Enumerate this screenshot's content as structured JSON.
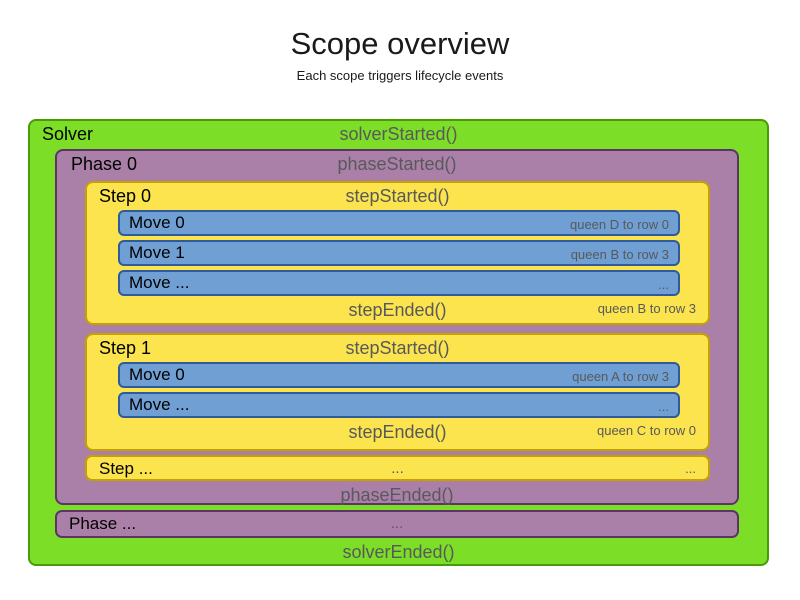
{
  "title": "Scope overview",
  "subtitle": "Each scope triggers lifecycle events",
  "colors": {
    "solver_fill": "#7dde28",
    "solver_border": "#4a9a06",
    "phase_fill": "#ab80a8",
    "phase_border": "#5c3566",
    "step_fill": "#fbe44d",
    "step_border": "#c4a000",
    "move_fill": "#6f9fd3",
    "move_border": "#2f5b9d",
    "event_text": "#58595b"
  },
  "solver": {
    "label": "Solver",
    "started_event": "solverStarted()",
    "ended_event": "solverEnded()",
    "phases": [
      {
        "label": "Phase 0",
        "started_event": "phaseStarted()",
        "ended_event": "phaseEnded()",
        "steps": [
          {
            "label": "Step 0",
            "started_event": "stepStarted()",
            "ended_event": "stepEnded()",
            "ended_note": "queen B to row 3",
            "moves": [
              {
                "label": "Move 0",
                "note": "queen D to row 0"
              },
              {
                "label": "Move 1",
                "note": "queen B to row 3"
              },
              {
                "label": "Move ...",
                "note": "..."
              }
            ]
          },
          {
            "label": "Step 1",
            "started_event": "stepStarted()",
            "ended_event": "stepEnded()",
            "ended_note": "queen C to row 0",
            "moves": [
              {
                "label": "Move 0",
                "note": "queen A to row 3"
              },
              {
                "label": "Move ...",
                "note": "..."
              }
            ]
          }
        ],
        "more_steps": {
          "label": "Step ...",
          "center": "...",
          "right": "..."
        }
      }
    ],
    "more_phases": {
      "label": "Phase ...",
      "center": "..."
    }
  }
}
